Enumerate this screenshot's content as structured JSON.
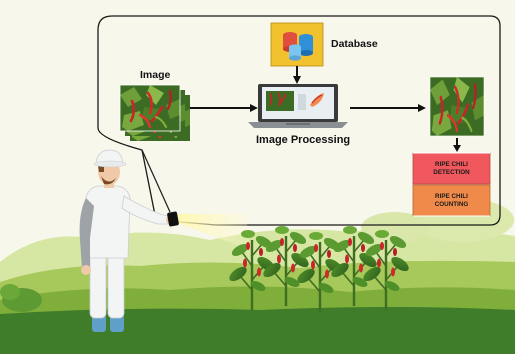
{
  "diagram": {
    "labels": {
      "image": "Image",
      "database": "Database",
      "image_processing": "Image Processing"
    },
    "outputs": [
      {
        "line1": "RIPE CHILI",
        "line2": "DETECTION",
        "color": "#f0585e"
      },
      {
        "line1": "RIPE CHILI",
        "line2": "COUNTING",
        "color": "#f08a4b"
      }
    ]
  },
  "colors": {
    "background": "#f8f7ec",
    "ground_dark": "#3f7d2a",
    "ground_mid": "#7fae3a",
    "hills_light": "#d6e6a3",
    "database_box": "#f2c12e",
    "chili_red": "#c9242a",
    "arrow": "#111111"
  },
  "icons": [
    "database-icon",
    "laptop-icon",
    "chili-photo-icon",
    "farmer-figure",
    "flashlight-icon",
    "chili-plant-icon"
  ]
}
